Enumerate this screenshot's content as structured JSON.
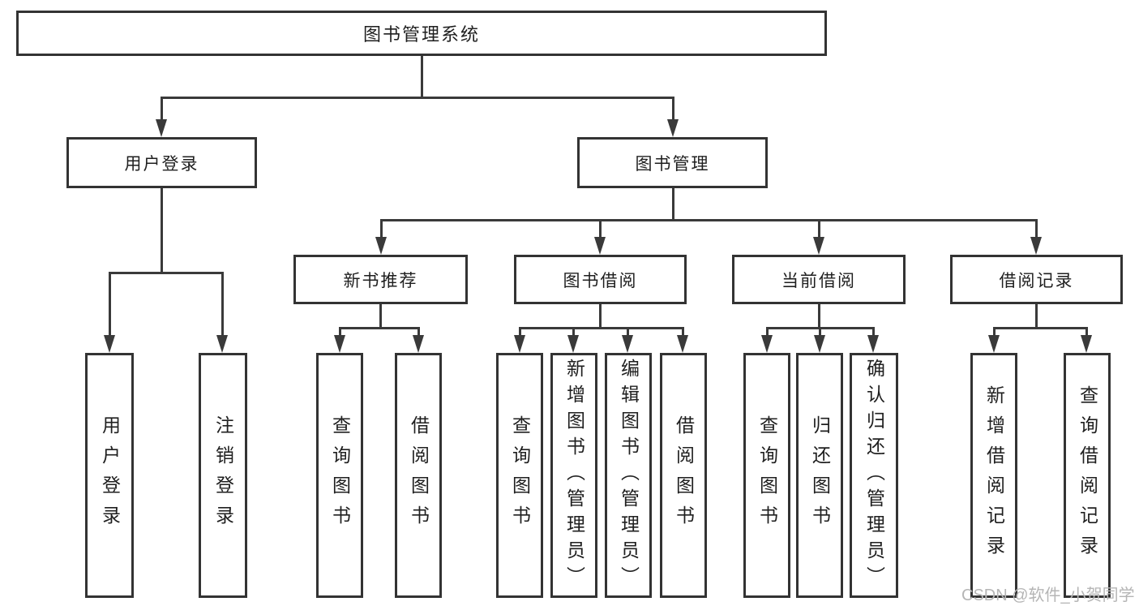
{
  "diagram": {
    "root": {
      "label": "图书管理系统"
    },
    "level2": [
      {
        "label": "用户登录"
      },
      {
        "label": "图书管理"
      }
    ],
    "level3": [
      {
        "label": "新书推荐"
      },
      {
        "label": "图书借阅"
      },
      {
        "label": "当前借阅"
      },
      {
        "label": "借阅记录"
      }
    ],
    "leaf_groups": [
      [
        "用户登录",
        "注销登录"
      ],
      [
        "查询图书",
        "借阅图书"
      ],
      [
        "查询图书",
        "新增图书（管理员）",
        "编辑图书（管理员）",
        "借阅图书"
      ],
      [
        "查询图书",
        "归还图书",
        "确认归还（管理员）"
      ],
      [
        "新增借阅记录",
        "查询借阅记录"
      ]
    ]
  },
  "watermark": "CSDN @软件_小贺同学",
  "colors": {
    "background": "#ffffff",
    "box_border": "#333333",
    "line": "#3a3a3a",
    "text": "#1f1f1f",
    "watermark": "#b5b5b5"
  }
}
